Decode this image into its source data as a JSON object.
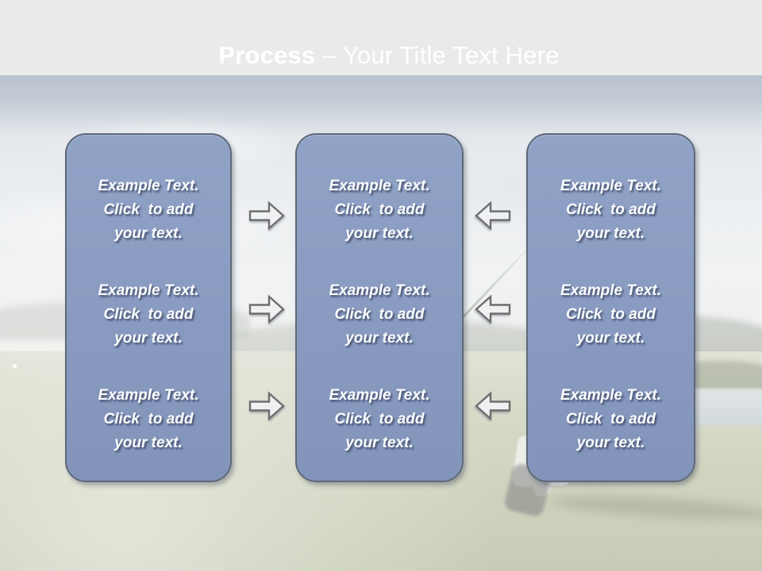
{
  "title": {
    "bold": "Process",
    "rest": "– Your Title Text Here"
  },
  "colors": {
    "banner_top": "#49597c",
    "banner_bottom": "#6a7da2",
    "panel_fill": "#8a9cc1",
    "panel_border": "#5e6879",
    "text": "#ffffff",
    "arrow_outline": "#6e6e6e",
    "arrow_fill": "#f3f5f6"
  },
  "background_photo": "golf-course-with-golfer",
  "panels": [
    {
      "id": "left",
      "blocks": [
        {
          "lines": [
            "Example Text.",
            "Click  to add",
            "your text."
          ]
        },
        {
          "lines": [
            "Example Text.",
            "Click  to add",
            "your text."
          ]
        },
        {
          "lines": [
            "Example Text.",
            "Click  to add",
            "your text."
          ]
        }
      ]
    },
    {
      "id": "middle",
      "blocks": [
        {
          "lines": [
            "Example Text.",
            "Click  to add",
            "your text."
          ]
        },
        {
          "lines": [
            "Example Text.",
            "Click  to add",
            "your text."
          ]
        },
        {
          "lines": [
            "Example Text.",
            "Click  to add",
            "your text."
          ]
        }
      ]
    },
    {
      "id": "right",
      "blocks": [
        {
          "lines": [
            "Example Text.",
            "Click  to add",
            "your text."
          ]
        },
        {
          "lines": [
            "Example Text.",
            "Click  to add",
            "your text."
          ]
        },
        {
          "lines": [
            "Example Text.",
            "Click  to add",
            "your text."
          ]
        }
      ]
    }
  ],
  "arrows": {
    "left_gap": {
      "icon": "right-arrow-icon",
      "direction": "right",
      "count": 3
    },
    "right_gap": {
      "icon": "left-arrow-icon",
      "direction": "left",
      "count": 3
    }
  }
}
